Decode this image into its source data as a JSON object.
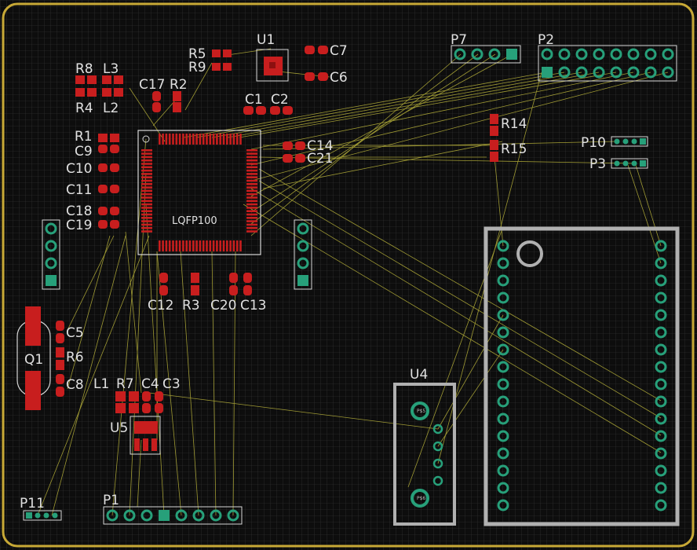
{
  "colors": {
    "background": "#0d0d0d",
    "grid": "#3b3b3b",
    "board_outline": "#c8a936",
    "pad_smd": "#c81e1e",
    "pad_tht": "#27a07a",
    "silkscreen": "#d8d8d8",
    "ratsnest": "#b8b23a"
  },
  "labels": {
    "U1": "U1",
    "R5": "R5",
    "R9": "R9",
    "C7": "C7",
    "C6": "C6",
    "R8": "R8",
    "L3": "L3",
    "R4": "R4",
    "L2": "L2",
    "C17": "C17",
    "R2": "R2",
    "C1": "C1",
    "C2": "C2",
    "R1": "R1",
    "C9": "C9",
    "C10": "C10",
    "C11": "C11",
    "C18": "C18",
    "C19": "C19",
    "C14": "C14",
    "C21": "C21",
    "LQFP100": "LQFP100",
    "C12": "C12",
    "R3": "R3",
    "C20": "C20",
    "C13": "C13",
    "C5": "C5",
    "R6": "R6",
    "C8": "C8",
    "Q1": "Q1",
    "L1": "L1",
    "R7": "R7",
    "C4": "C4",
    "C3": "C3",
    "U5": "U5",
    "P7": "P7",
    "P2": "P2",
    "R14": "R14",
    "R15": "R15",
    "P10": "P10",
    "P3": "P3",
    "U4": "U4",
    "P11": "P11",
    "P1": "P1"
  }
}
